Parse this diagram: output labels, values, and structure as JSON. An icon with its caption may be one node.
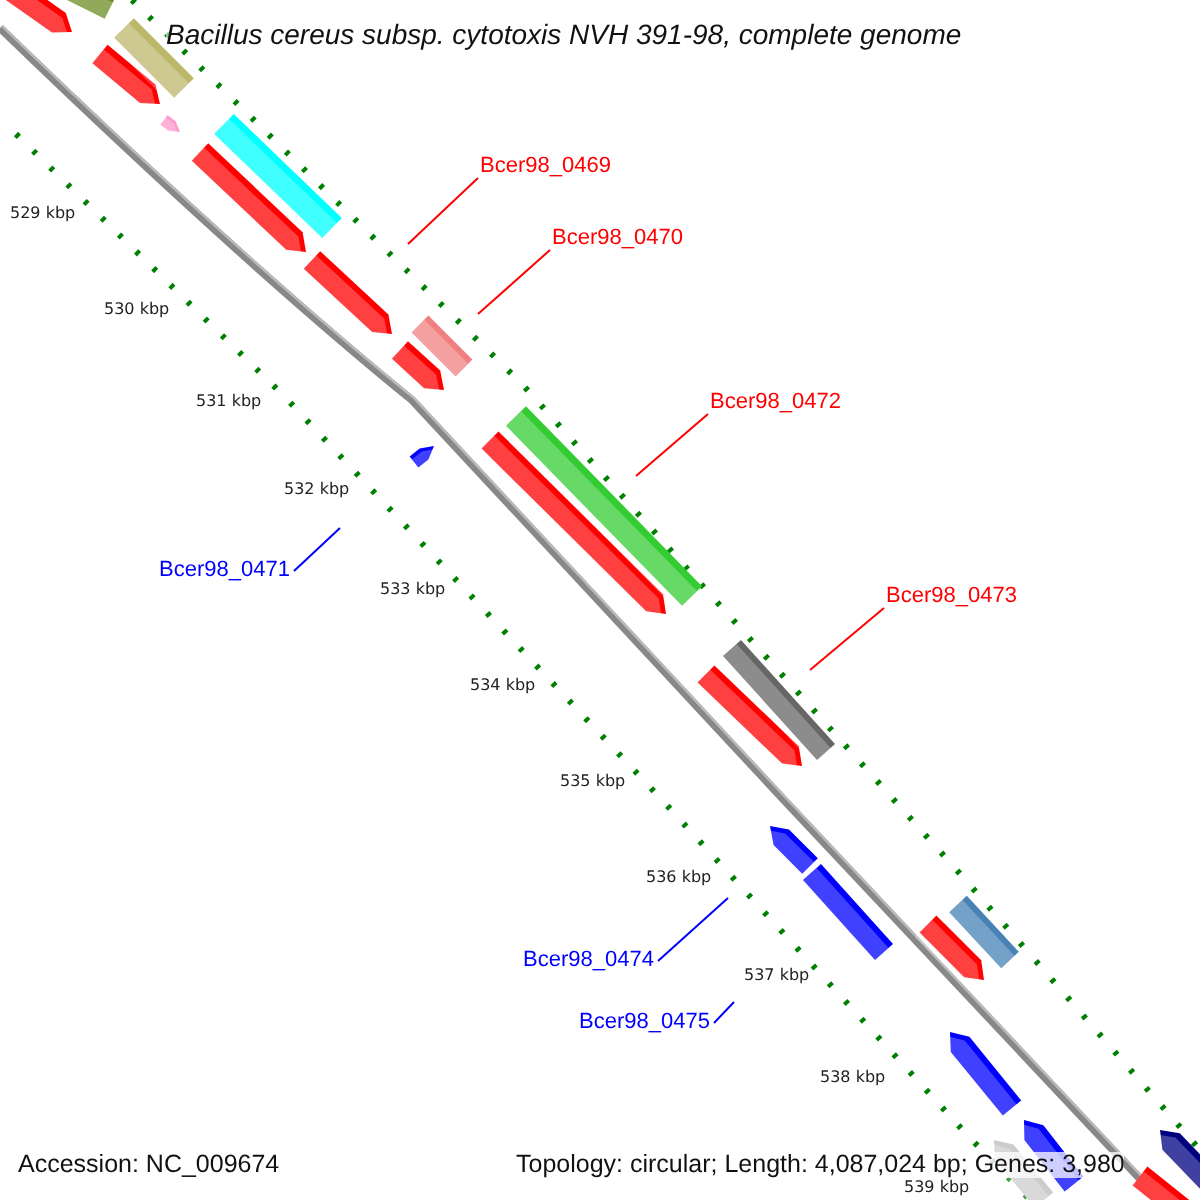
{
  "diagram": {
    "title": "Bacillus cereus subsp. cytotoxis NVH 391-98, complete genome",
    "nodes": [
      {
        "text": [
          "Bcer98_0469"
        ]
      },
      {
        "text": [
          "Bcer98_0470"
        ]
      },
      {
        "text": [
          "Bcer98_0472"
        ]
      },
      {
        "text": [
          "Bcer98_0471"
        ]
      },
      {
        "text": [
          "Bcer98_0473"
        ]
      },
      {
        "text": [
          "Bcer98_0474"
        ]
      },
      {
        "text": [
          "Bcer98_0475"
        ]
      }
    ],
    "edges": [
      {
        "from": 0,
        "to": null,
        "arrow": "none",
        "color": "#ff0000"
      },
      {
        "from": 1,
        "to": null,
        "arrow": "none",
        "color": "#ff0000"
      },
      {
        "from": 2,
        "to": null,
        "arrow": "none",
        "color": "#ff0000"
      },
      {
        "from": 3,
        "to": null,
        "arrow": "none",
        "color": "#0000ff"
      },
      {
        "from": 4,
        "to": null,
        "arrow": "none",
        "color": "#ff0000"
      },
      {
        "from": 5,
        "to": null,
        "arrow": "none",
        "color": "#0000ff"
      },
      {
        "from": 6,
        "to": null,
        "arrow": "none",
        "color": "#0000ff"
      }
    ],
    "labels": [
      "529 kbp",
      "530 kbp",
      "531 kbp",
      "532 kbp",
      "533 kbp",
      "534 kbp",
      "535 kbp",
      "536 kbp",
      "537 kbp",
      "538 kbp",
      "Accession: NC_009674",
      "Topology: circular; Length: 4,087,024 bp; Genes: 3,980",
      "539 kbp"
    ]
  }
}
